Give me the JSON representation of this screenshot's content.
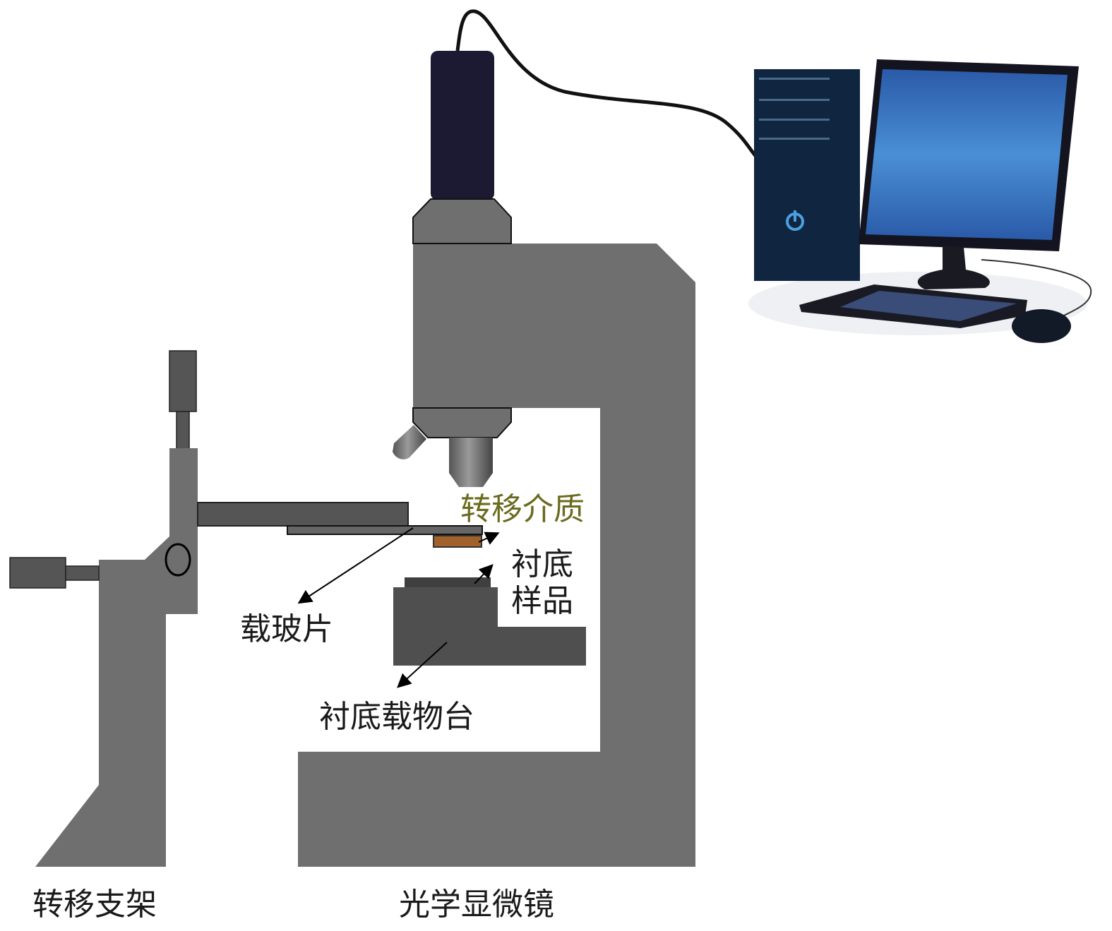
{
  "labels": {
    "transfer_medium": "转移介质",
    "substrate_line1": "衬底",
    "substrate_line2": "样品",
    "glass_slide": "载玻片",
    "substrate_stage": "衬底载物台",
    "transfer_stand": "转移支架",
    "optical_microscope": "光学显微镜"
  },
  "colors": {
    "body_gray": "#6f6f6f",
    "dark_gray": "#4f4f4f",
    "camera": "#1c1a33",
    "transfer_medium": "#a0622a",
    "accent_text": "#6b6a1e",
    "screen_blue": "#2f6fc0"
  }
}
